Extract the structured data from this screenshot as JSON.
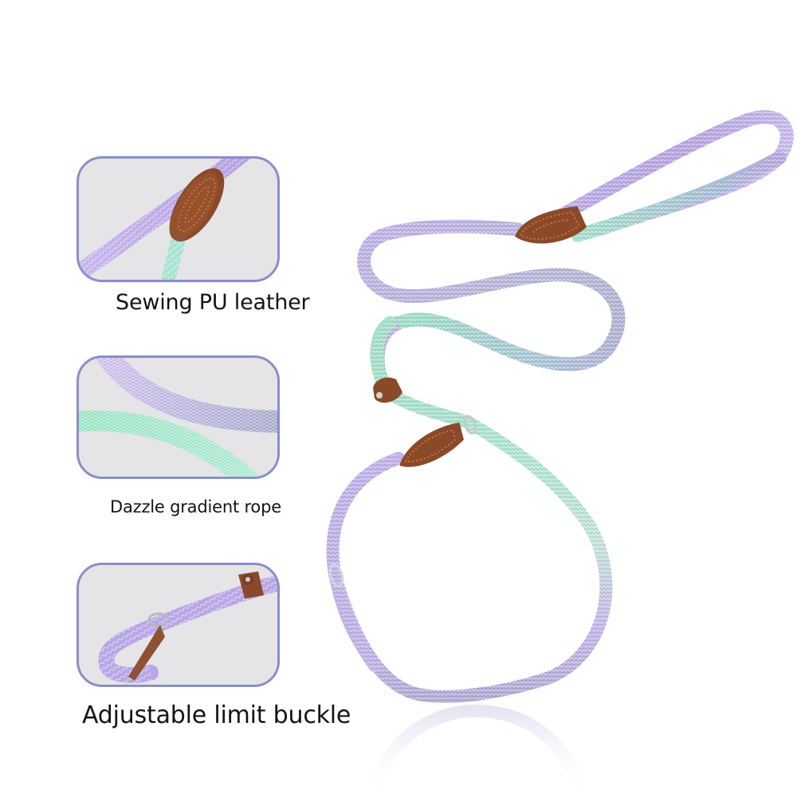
{
  "features": [
    {
      "caption": "Sewing PU leather",
      "detail": "leather-stitched-sleeve"
    },
    {
      "caption": "Dazzle gradient rope",
      "detail": "braided-gradient-rope"
    },
    {
      "caption": "Adjustable limit buckle",
      "detail": "ring-and-leather-stopper"
    }
  ],
  "colors": {
    "panel_border": "#8a8fc8",
    "panel_background": "#e5e5e7",
    "rope_lavender": "#b9a6e0",
    "rope_mint": "#a6e3cb",
    "rope_slate": "#a9aec9",
    "leather": "#8a4a2a",
    "stitching": "#d9733a",
    "text": "#141414"
  },
  "product": {
    "type": "slip-lead-leash",
    "parts": [
      "handle-loop",
      "handle-leather-sleeve",
      "stopper-tab",
      "o-ring",
      "collar-leather-sleeve",
      "slip-loop",
      "slip-ring"
    ]
  }
}
